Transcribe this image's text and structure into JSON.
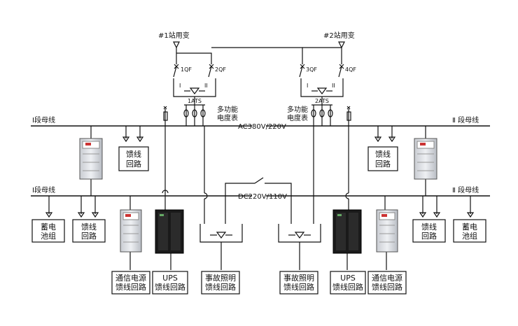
{
  "sources": {
    "t1": "#1站用变",
    "t2": "#2站用变"
  },
  "breakers": {
    "q1": "1QF",
    "q2": "2QF",
    "q3": "3QF",
    "q4": "4QF"
  },
  "ats": {
    "a1": "1ATS",
    "a2": "2ATS",
    "in1": "I",
    "in2": "II"
  },
  "meter": {
    "left": [
      "多功能",
      "电度表"
    ],
    "right": [
      "多功能",
      "电度表"
    ]
  },
  "ac_bus": {
    "left": "Ⅰ段母线",
    "right": "Ⅱ 段母线",
    "voltage": "AC380V/220V"
  },
  "dc_bus": {
    "left": "Ⅰ段母线",
    "right": "Ⅱ 段母线",
    "voltage": "DC220V/110V"
  },
  "feeders": {
    "ac_left": [
      "馈线",
      "回路"
    ],
    "ac_right": [
      "馈线",
      "回路"
    ],
    "dc_left": [
      "馈线",
      "回路"
    ],
    "dc_right": [
      "馈线",
      "回路"
    ]
  },
  "battery": {
    "left": [
      "蓄电",
      "池组"
    ],
    "right": [
      "蓄电",
      "池组"
    ]
  },
  "bottom": {
    "comm_left": [
      "通信电源",
      "馈线回路"
    ],
    "ups_left": [
      "UPS",
      "馈线回路"
    ],
    "emerg_left": [
      "事故照明",
      "馈线回路"
    ],
    "emerg_right": [
      "事故照明",
      "馈线回路"
    ],
    "ups_right": [
      "UPS",
      "馈线回路"
    ],
    "comm_right": [
      "通信电源",
      "馈线回路"
    ]
  }
}
